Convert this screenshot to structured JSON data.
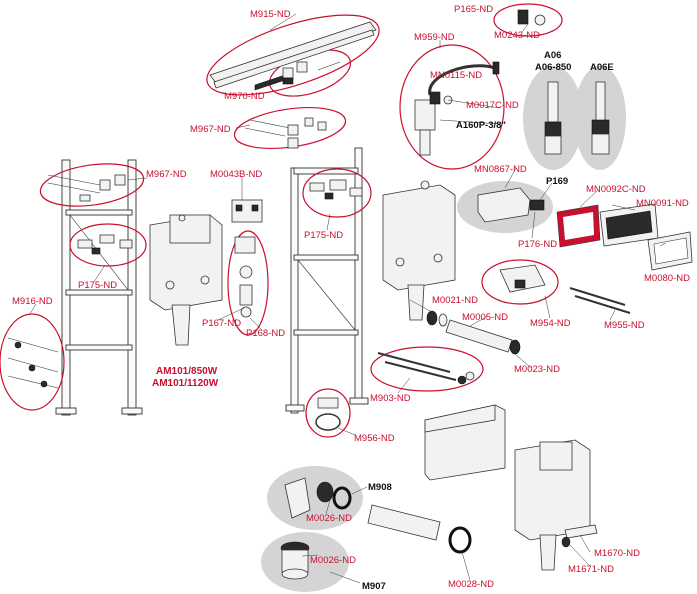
{
  "labels": {
    "m915": "M915-ND",
    "p165": "P165-ND",
    "m0243": "M0243-ND",
    "m959": "M959-ND",
    "mn0115": "MN0115-ND",
    "m970": "M970-ND",
    "m0017c": "M0017C-ND",
    "a160p": "A160P-3/8\"",
    "m967_top": "M967-ND",
    "a06": "A06",
    "a06_850": "A06-850",
    "a06e": "A06E",
    "m967_left": "M967-ND",
    "m0043b": "M0043B-ND",
    "mn0867": "MN0867-ND",
    "p169": "P169",
    "mn0092c": "MN0092C-ND",
    "mn0091": "MN0091-ND",
    "p175_mid": "P175-ND",
    "p176": "P176-ND",
    "p175_left": "P175-ND",
    "m0080": "M0080-ND",
    "m916": "M916-ND",
    "p167": "P167-ND",
    "p168": "P168-ND",
    "m0021": "M0021-ND",
    "m954": "M954-ND",
    "m955": "M955-ND",
    "m0005": "M0005-ND",
    "am101_850": "AM101/850W",
    "am101_1120": "AM101/1120W",
    "m0023": "M0023-ND",
    "m903": "M903-ND",
    "m956": "M956-ND",
    "m908": "M908",
    "m0026_top": "M0026-ND",
    "m0026_bot": "M0026-ND",
    "m907": "M907",
    "m0028": "M0028-ND",
    "m1670": "M1670-ND",
    "m1671": "M1671-ND"
  },
  "colors": {
    "accent": "#c8102e",
    "part_fill": "#f2f2f2",
    "blob": "#d4d4d4"
  }
}
